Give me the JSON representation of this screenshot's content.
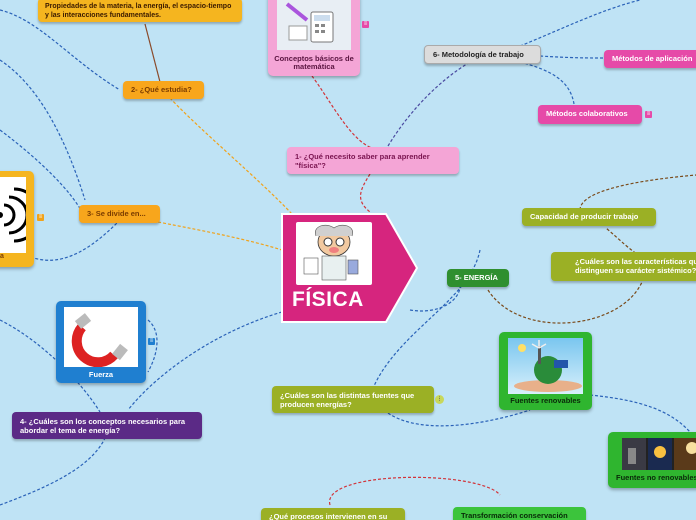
{
  "central": {
    "label": "FÍSICA"
  },
  "nodes": {
    "que_estudia": "2- ¿Qué estudia?",
    "propiedades": "Propiedades de la materia, la energía, el espacio-tiempo y las interacciones fundamentales.",
    "se_divide": "3- Se divide en...",
    "que_necesito": "1- ¿Qué necesito saber para aprender \"física\"?",
    "conceptos_basicos": "Conceptos básicos de matemática",
    "metodologia": "6- Metodología de trabajo",
    "metodos_aplicacion": "Métodos de aplicación",
    "metodos_colaborativos": "Métodos colaborativos",
    "energia": "5- ENERGÍA",
    "capacidad_trabajo": "Capacidad de producir trabajo",
    "caracteristicas": "¿Cuáles son las características que distinguen su carácter sistémico?",
    "fuerza": "Fuerza",
    "conceptos_necesarios": "4- ¿Cuáles son los conceptos necesarios para abordar el tema de energía?",
    "fuentes_energia": "¿Cuáles son las distintas fuentes que producen energías?",
    "fuentes_renovables": "Fuentes renovables",
    "fuentes_no_renovables": "Fuentes no renovables",
    "procesos": "¿Qué procesos intervienen en su",
    "transformacion": "Transformación conservación",
    "left_cut": "a"
  },
  "colors": {
    "background": "#bfe3f5",
    "central": "#d6257e",
    "orange": "#f8a61c",
    "pink": "#e64aa8",
    "green": "#2f8f2f",
    "olive": "#9bb025",
    "purple": "#5b2a86",
    "blue_card": "#1f7fd0"
  },
  "icons": [
    "scientist-image",
    "calculator-image",
    "magnet-image",
    "sound-waves-icon",
    "earth-plant-image",
    "industry-image",
    "menu-icon",
    "attachment-icon"
  ]
}
